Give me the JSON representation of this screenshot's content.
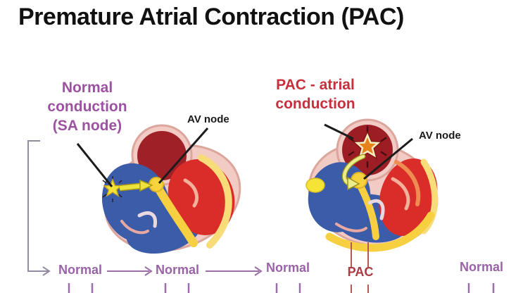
{
  "title": "Premature Atrial Contraction (PAC)",
  "left_panel": {
    "label_line1": "Normal",
    "label_line2": "conduction",
    "label_line3": "(SA node)",
    "av_node_label": "AV node"
  },
  "right_panel": {
    "label_line1": "PAC - atrial",
    "label_line2": "conduction",
    "av_node_label": "AV node"
  },
  "rhythm_labels": {
    "beats": [
      {
        "label": "Normal",
        "type": "normal"
      },
      {
        "label": "Normal",
        "type": "normal"
      },
      {
        "label": "Normal",
        "type": "normal"
      },
      {
        "label": "PAC",
        "type": "pac"
      },
      {
        "label": "Normal",
        "type": "normal"
      }
    ]
  },
  "colors": {
    "title_black": "#111111",
    "normal_label_purple": "#9c51a1",
    "pac_heading_red": "#c5303c",
    "pac_beat_red": "#a83b44",
    "beat_purple": "#9a63a8",
    "heart_wall_pink": "#f2cbc5",
    "heart_wall_outline": "#dca69c",
    "atrium_dark_red": "#9c1d24",
    "ventricle_red": "#da2c28",
    "ventricle_blue": "#3b5ca9",
    "conduction_yellow": "#f6d23c",
    "ectopic_star_orange": "#e6821a",
    "background": "#ffffff"
  }
}
